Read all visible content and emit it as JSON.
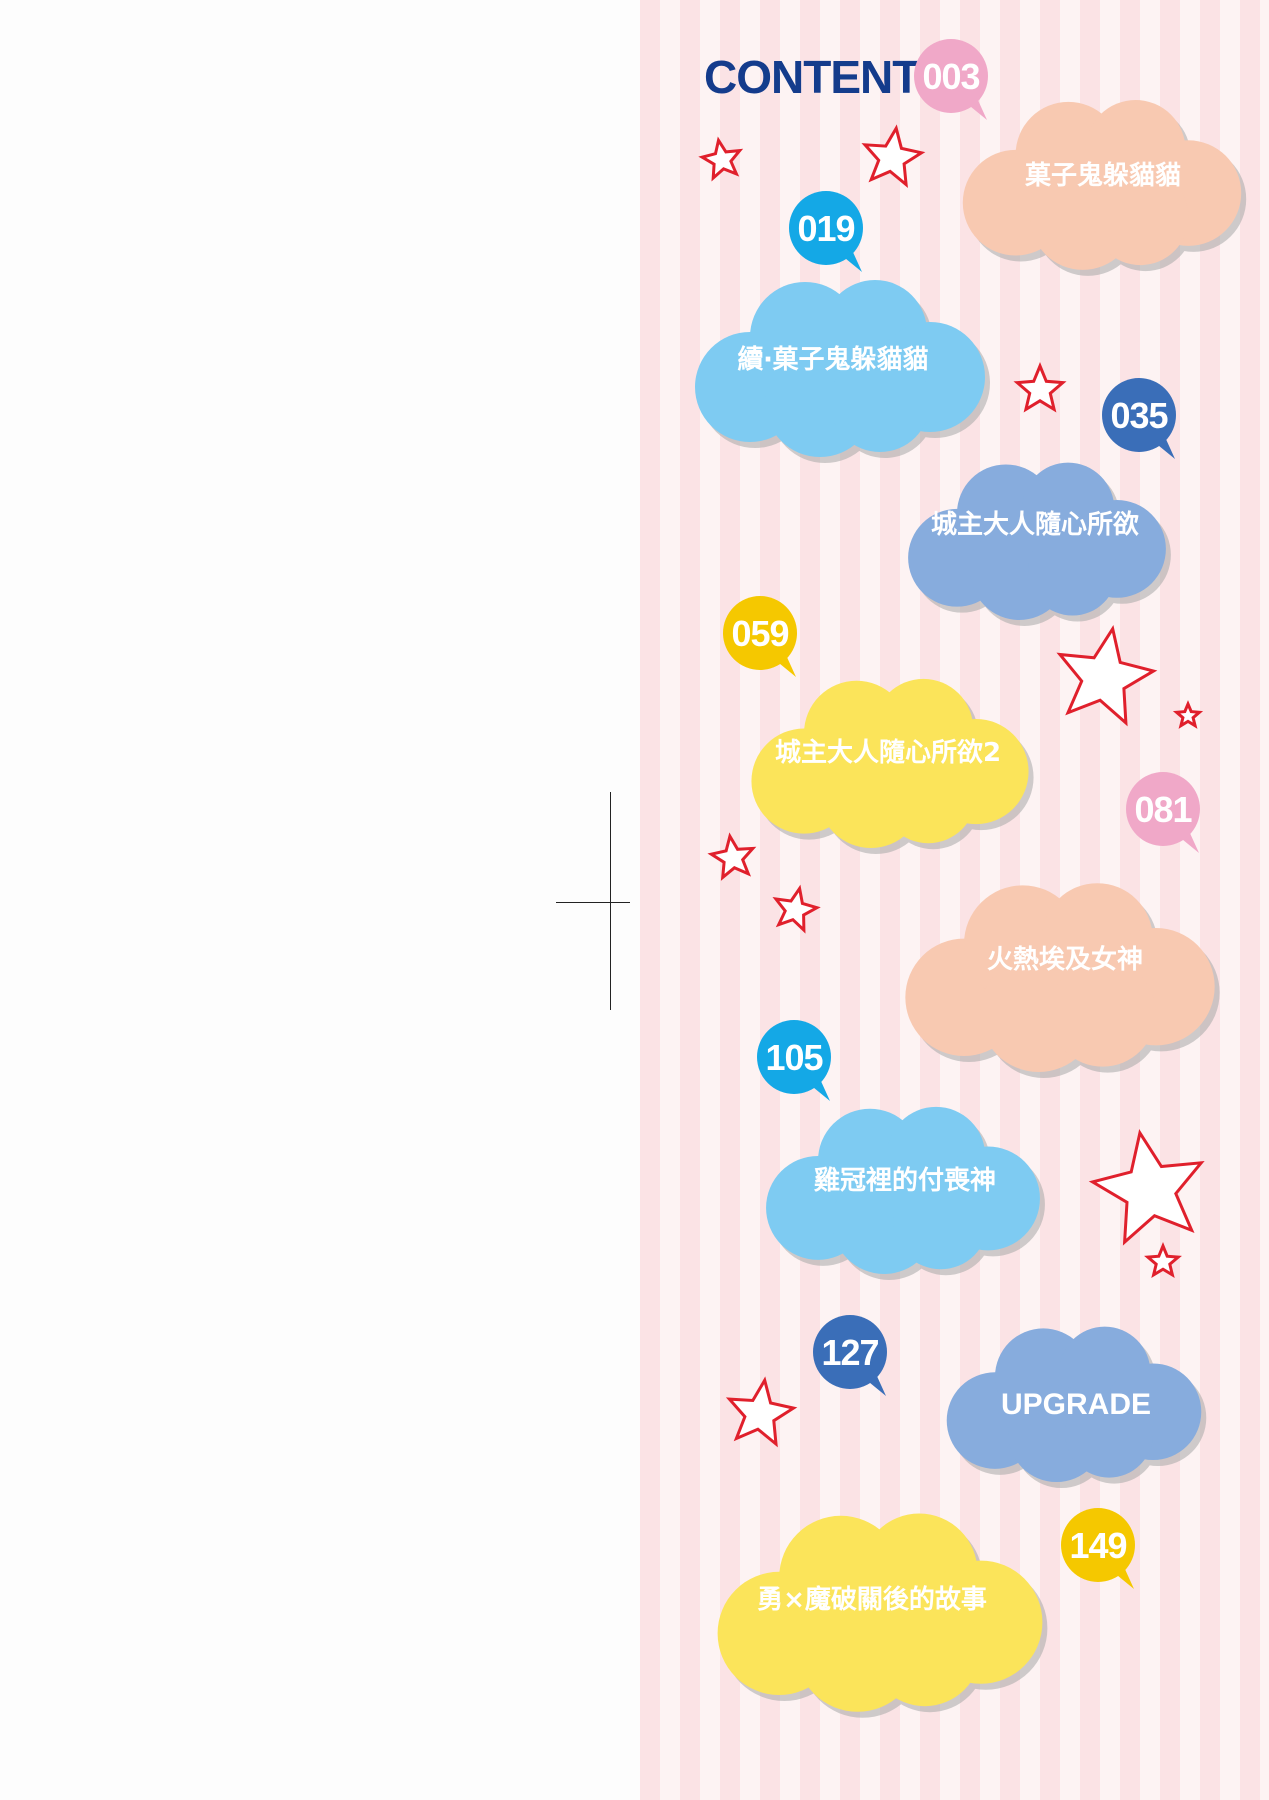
{
  "contents": {
    "heading": "CONTENTS",
    "heading_page": "003",
    "colors": {
      "heading": "#143c8c",
      "pink": "#f0a8c8",
      "cyan": "#14a8e6",
      "blue": "#3a6eb8",
      "yellow": "#f5c800",
      "peach": "#f8c9b1",
      "sky": "#7ecbf2",
      "periwinkle": "#87acdd",
      "lemon": "#fbe45a",
      "star_outline": "#e0202c",
      "stripe_pink": "#fbe3e5"
    },
    "entries": [
      {
        "page": "003",
        "title": "菓子鬼躲貓貓",
        "cloud_color": "peach",
        "badge_color": "pink"
      },
      {
        "page": "019",
        "title": "續‧菓子鬼躲貓貓",
        "cloud_color": "sky",
        "badge_color": "cyan"
      },
      {
        "page": "035",
        "title": "城主大人隨心所欲",
        "cloud_color": "periwinkle",
        "badge_color": "blue"
      },
      {
        "page": "059",
        "title": "城主大人隨心所欲2",
        "cloud_color": "lemon",
        "badge_color": "yellow"
      },
      {
        "page": "081",
        "title": "火熱埃及女神",
        "cloud_color": "peach",
        "badge_color": "pink"
      },
      {
        "page": "105",
        "title": "雞冠裡的付喪神",
        "cloud_color": "sky",
        "badge_color": "cyan"
      },
      {
        "page": "127",
        "title": "UPGRADE",
        "cloud_color": "periwinkle",
        "badge_color": "blue"
      },
      {
        "page": "149",
        "title": "勇×魔破關後的故事",
        "cloud_color": "lemon",
        "badge_color": "yellow"
      }
    ],
    "decorations": [
      "star-icon"
    ]
  }
}
